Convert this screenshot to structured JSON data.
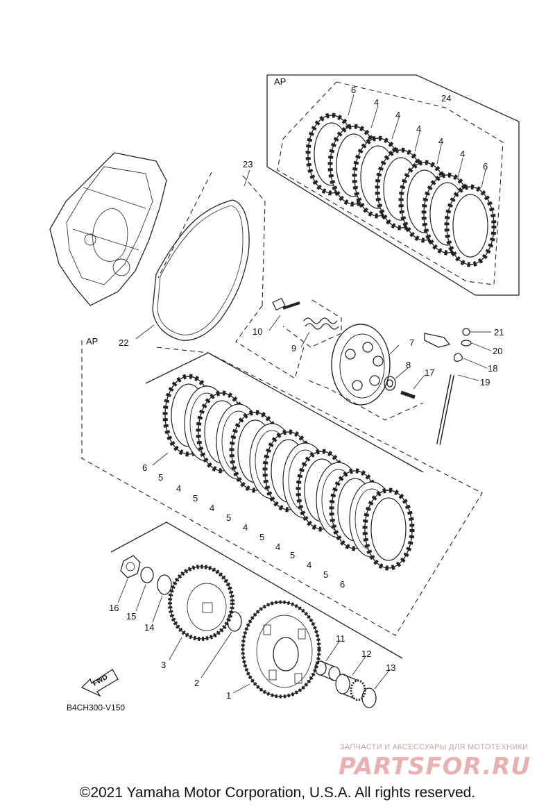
{
  "labels": {
    "ap_top": "AP",
    "ap_left": "AP",
    "p24": "24",
    "p6a": "6",
    "p4a": "4",
    "p4b": "4",
    "p4c": "4",
    "p4d": "4",
    "p4e": "4",
    "p6b": "6",
    "p23": "23",
    "p22": "22",
    "p10": "10",
    "p9": "9",
    "p7": "7",
    "p8": "8",
    "p17": "17",
    "p21": "21",
    "p20": "20",
    "p18": "18",
    "p19": "19",
    "s6a": "6",
    "s5a": "5",
    "s4a": "4",
    "s5b": "5",
    "s4b": "4",
    "s5c": "5",
    "s4c": "4",
    "s5d": "5",
    "s4d": "4",
    "s5e": "5",
    "s4e": "4",
    "s5f": "5",
    "s6b": "6",
    "p16": "16",
    "p15": "15",
    "p14": "14",
    "p3": "3",
    "p2": "2",
    "p1": "1",
    "p11": "11",
    "p12": "12",
    "p13": "13",
    "fwd": "FWD"
  },
  "code": "B4CH300-V150",
  "watermark_small": "ЗАПЧАСТИ И АКСЕССУАРЫ ДЛЯ МОТОТЕХНИКИ",
  "watermark_big": "PARTSFOR.RU",
  "copyright": "©2021 Yamaha Motor Corporation, U.S.A. All rights reserved.",
  "colors": {
    "line": "#222222",
    "watermark": "#e8b0b0"
  }
}
